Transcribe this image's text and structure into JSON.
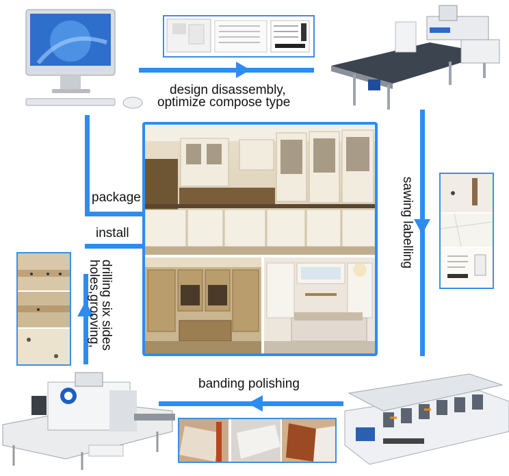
{
  "colors": {
    "arrow": "#2e8cf0",
    "frame": "#3a8ee6",
    "text": "#111111"
  },
  "steps": {
    "design": {
      "line1": "design disassembly,",
      "line2": "optimize compose type"
    },
    "sawing": "sawing labelling",
    "banding": "banding polishing",
    "drilling": {
      "line1": "drilling six sides",
      "line2": "holes,grooving,"
    },
    "install": "install",
    "package": "package"
  },
  "images": {
    "computer": "computer-icon",
    "label_sheet": "label-sheet-image",
    "cnc_machine": "cnc-router-machine",
    "board_samples_right": "labelled-board-image",
    "edge_bander": "edge-banding-machine",
    "edge_samples": "edge-sample-boards",
    "drilling_machine": "six-side-drilling-machine",
    "board_samples_left": "drilled-board-image",
    "kitchen": "kitchen-cabinets-photo",
    "wardrobe": "walk-in-closet-photo",
    "bedroom": "bedroom-cabinet-photo"
  }
}
